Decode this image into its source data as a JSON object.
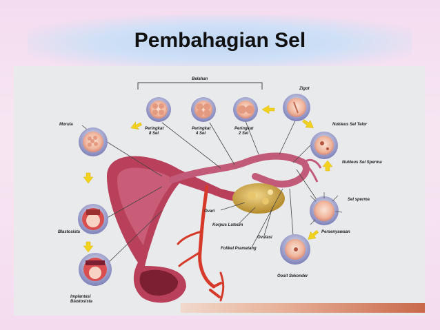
{
  "slide": {
    "title": "Pembahagian Sel"
  },
  "diagram": {
    "labels": {
      "belahan": "Belahan",
      "zigot": "Zigot",
      "morula": "Morula",
      "peringkat8_line1": "Peringkat",
      "peringkat8_line2": "8 Sel",
      "peringkat4_line1": "Peringkat",
      "peringkat4_line2": "4 Sel",
      "peringkat2_line1": "Peringkat",
      "peringkat2_line2": "2 Sel",
      "nukleus_telor": "Nukleus Sel Telor",
      "nukleus_sperma": "Nukleus Sel Sperma",
      "sel_sperma": "Sel sperma",
      "persenyawaan": "Persenyawaan",
      "blastosista": "Blastosista",
      "ovari": "Ovari",
      "korpus_luteum": "Korpus Luteum",
      "ovulasi": "Ovulasi",
      "folikel": "Folikel Pramatang",
      "oosit": "Oosit Sekonder",
      "implantasi_line1": "Implantasi",
      "implantasi_line2": "Blastosista"
    },
    "colors": {
      "uterus": "#b9405a",
      "uterus_dark": "#7d1f33",
      "tube": "#c25a7a",
      "ovary": "#c9a640",
      "cell_ring": "#5b5d9a",
      "cell_fill": "#f2b9a0",
      "arrow": "#f3d21f",
      "blood": "#d63a2a"
    }
  }
}
